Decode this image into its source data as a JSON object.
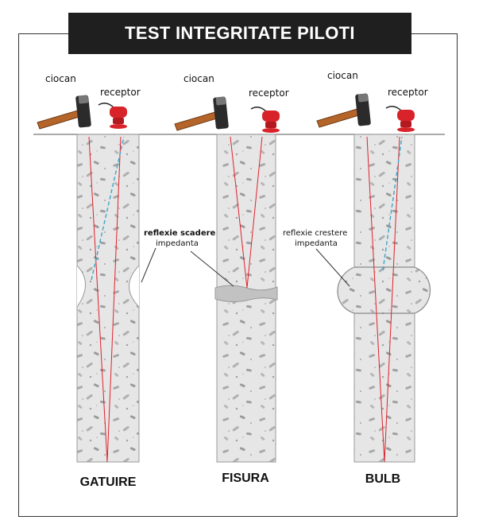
{
  "title": "TEST INTEGRITATE PILOTI",
  "labels": {
    "hammer": "ciocan",
    "receiver": "receptor"
  },
  "annotations": {
    "necking_line1": "reflexie scadere",
    "necking_line2": "impedanta",
    "bulb_line1": "reflexie crestere",
    "bulb_line2": "impedanta"
  },
  "piles": [
    {
      "name": "GATUIRE",
      "defect": "necking"
    },
    {
      "name": "FISURA",
      "defect": "crack"
    },
    {
      "name": "BULB",
      "defect": "bulb"
    }
  ],
  "colors": {
    "title_bg": "#1f1f1f",
    "concrete": "#e6e6e6",
    "defect": "#c8c8c8",
    "wave": "#e0202a",
    "reflection": "#3aa6c9",
    "receiver": "#d8232a",
    "hammer_handle": "#b5652a"
  },
  "icons": [
    "hammer-icon",
    "receiver-icon"
  ]
}
